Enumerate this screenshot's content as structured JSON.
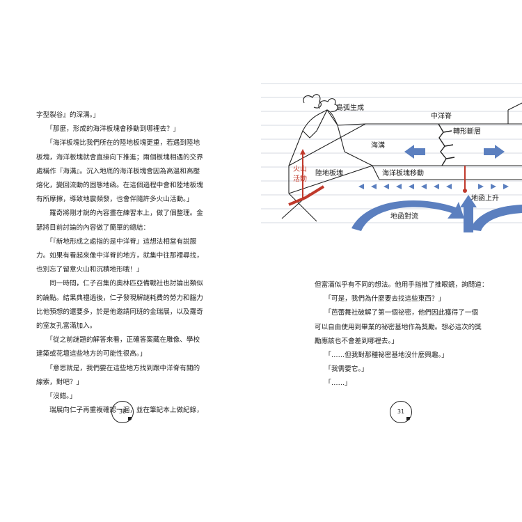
{
  "left_page": {
    "paragraphs": [
      "字型裂谷』的深溝。」",
      "　　「那麼，形成的海洋板塊會移動到哪裡去？」",
      "　　「海洋板塊比我們所在的陸地板塊更重，若遇到陸地",
      "板塊，海洋板塊就會直接向下推進；兩個板塊相遇的交界",
      "處稱作『海溝』。沉入地底的海洋板塊會因為高溫和高壓",
      "熔化，變回流動的固態地函。在這個過程中會和陸地板塊",
      "有所摩擦，導致地震頻發，也會伴隨許多火山活動。」",
      "　　羅奇將剛才說的內容畫在練習本上，做了個整理。金",
      "瑟將目前討論的內容做了簡單的總結：",
      "　　「『新地形成之處指的是中洋脊』這想法相當有說服",
      "力。如果有看起來像中洋脊的地方，就集中往那裡尋找，",
      "也別忘了留意火山和沉積地形哦！」",
      "　　同一時間，仁子召集的奧林匹亞備戰社也討論出類似",
      "的論點。結果典禮過後，仁子發現解謎耗費的勞力和腦力",
      "比他預想的還要多，於是他邀請同班的金瑞展，以及羅奇",
      "的室友孔富滿加入。",
      "　　「從之前謎題的解答來看，正確答案藏在雕像、學校",
      "建築或花壇這些地方的可能性很高。」",
      "　　「意思就是，我們要在這些地方找到跟中洋脊有關的",
      "線索，對吧？」",
      "　　「沒錯。」",
      "　　瑞展向仁子再重複確認一遍，並在筆記本上做紀錄，"
    ],
    "page_number": "30"
  },
  "right_page": {
    "paragraphs": [
      "但富滿似乎有不同的想法。他用手指推了推眼鏡，詢問道：",
      "　　「可是，我們為什麼要去找這些東西？」",
      "　　「芭蕾舞社破解了第一個祕密，他們因此獲得了一個",
      "可以自由使用到畢業的祕密基地作為獎勵。想必這次的獎",
      "勵應該也不會差到哪裡去。」",
      "　　「……但我對那種祕密基地沒什麼興趣。」",
      "　　「我需要它。」",
      "　　「……」"
    ],
    "page_number": "31"
  },
  "diagram": {
    "labels": {
      "island_arc": "島弧生成",
      "mid_ocean_ridge": "中洋脊",
      "trench": "海溝",
      "transform_fault": "轉形斷層",
      "volcanic_activity_1": "火山",
      "volcanic_activity_2": "活動",
      "continental_plate": "陸地板塊",
      "oceanic_plate_movement": "海洋板塊移動",
      "mantle_rising": "地函上升",
      "mantle_convection": "地函對流"
    },
    "colors": {
      "arrow_blue": "#5b7fbf",
      "magma_red": "#c0392b",
      "line": "#222222",
      "ruled_line": "#c9cdd6"
    }
  }
}
